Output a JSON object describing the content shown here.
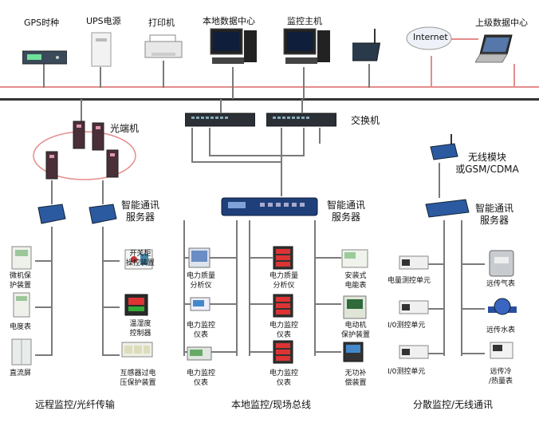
{
  "top_devices": {
    "gps": "GPS时种",
    "ups": "UPS电源",
    "printer": "打印机",
    "local_center": "本地数据中心",
    "monitor_host": "监控主机",
    "internet": "Internet",
    "upper_center": "上级数据中心"
  },
  "network": {
    "switch": "交换机",
    "optical": "光端机",
    "wireless": "无线模块\n或GSM/CDMA"
  },
  "servers": {
    "left": "智能通讯\n服务器",
    "middle": "智能通讯\n服务器",
    "right": "智能通讯\n服务器"
  },
  "col1": [
    "微机保\n护装置",
    "电度表",
    "直流屏"
  ],
  "col2": [
    "开关柜\n操控装置",
    "温湿度\n控制器",
    "互感器过电\n压保护装置"
  ],
  "col3": [
    "电力质量\n分析仪",
    "电力监控\n仪表",
    "电力监控\n仪表"
  ],
  "col4": [
    "电力质量\n分析仪",
    "电力监控\n仪表",
    "电力监控\n仪表"
  ],
  "col5": [
    "安装式\n电能表",
    "电动机\n保护装置",
    "无功补\n偿装置"
  ],
  "col6": [
    "电量测控单元",
    "I/0测控单元",
    "I/0测控单元"
  ],
  "col7": [
    "远传气表",
    "远传水表",
    "远传冷\n/热量表"
  ],
  "sections": {
    "remote": "远程监控/光纤传输",
    "local": "本地监控/现场总线",
    "distributed": "分散监控/无线通讯"
  },
  "colors": {
    "bus": "#333333",
    "pink_line": "#e58c8c",
    "grey_line": "#7a7a7a",
    "device_blue": "#1f4f9a"
  }
}
